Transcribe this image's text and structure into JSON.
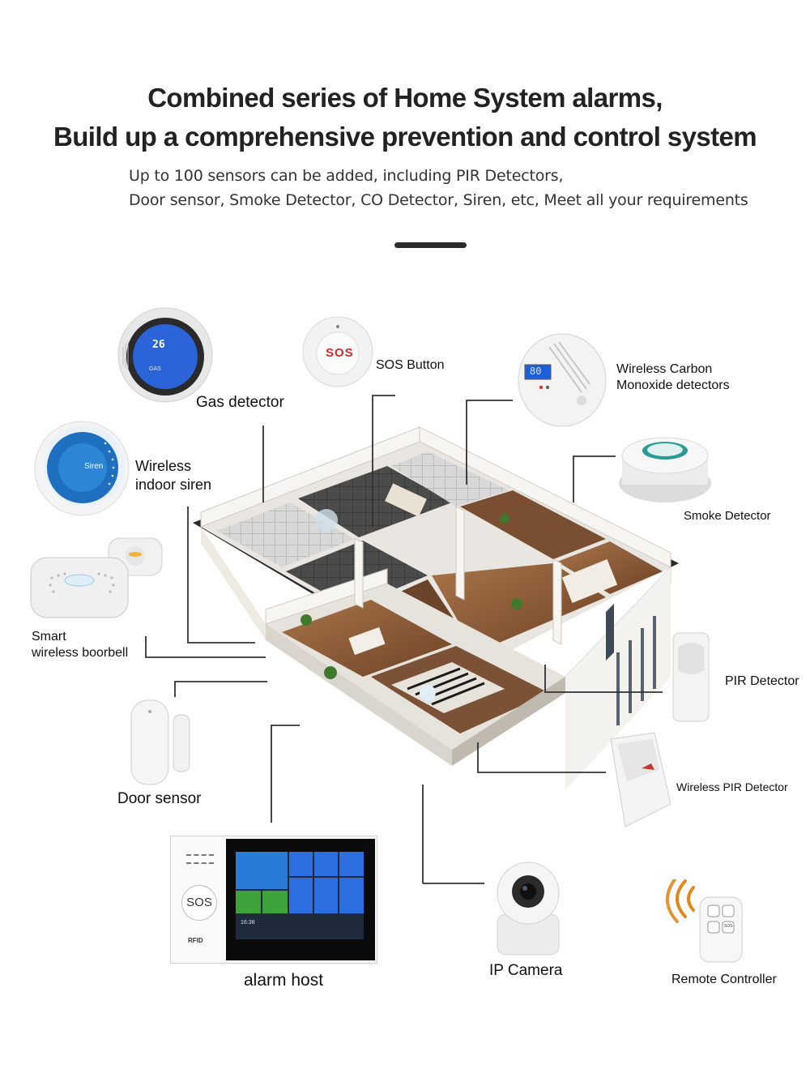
{
  "header": {
    "title_line1": "Combined series of Home System alarms,",
    "title_line2": "Build up a comprehensive prevention and control system",
    "subtitle_line1": "Up to 100 sensors can be added, including PIR Detectors,",
    "subtitle_line2": "Door sensor, Smoke Detector, CO Detector, Siren, etc, Meet all your requirements"
  },
  "devices": {
    "gas_detector": {
      "label": "Gas detector",
      "screen_temp": "26",
      "screen_small": "GAS"
    },
    "sos_button": {
      "label": "SOS Button",
      "face_text": "SOS"
    },
    "co_detector": {
      "label_line1": "Wireless Carbon",
      "label_line2": "Monoxide detectors",
      "screen_text": "80"
    },
    "siren": {
      "label_line1": "Wireless",
      "label_line2": "indoor siren",
      "face_text": "Siren"
    },
    "smoke_detector": {
      "label": "Smoke Detector"
    },
    "doorbell": {
      "label_line1": "Smart",
      "label_line2": "wireless boorbell"
    },
    "pir_detector": {
      "label": "PIR Detector"
    },
    "door_sensor": {
      "label": "Door sensor"
    },
    "wireless_pir": {
      "label": "Wireless PIR Detector"
    },
    "alarm_host": {
      "label": "alarm host",
      "sos_text": "SOS",
      "rfid_text": "RFID",
      "clock": "16:38"
    },
    "ip_camera": {
      "label": "IP Camera"
    },
    "remote": {
      "label": "Remote Controller",
      "sos_key": "SOS"
    }
  },
  "colors": {
    "title": "#222222",
    "line": "#333333",
    "siren_blue": "#1f6fc0",
    "lcd_blue": "#2d6fe0",
    "signal_orange": "#e08a1e",
    "floor_wood": "#8a5a36"
  }
}
